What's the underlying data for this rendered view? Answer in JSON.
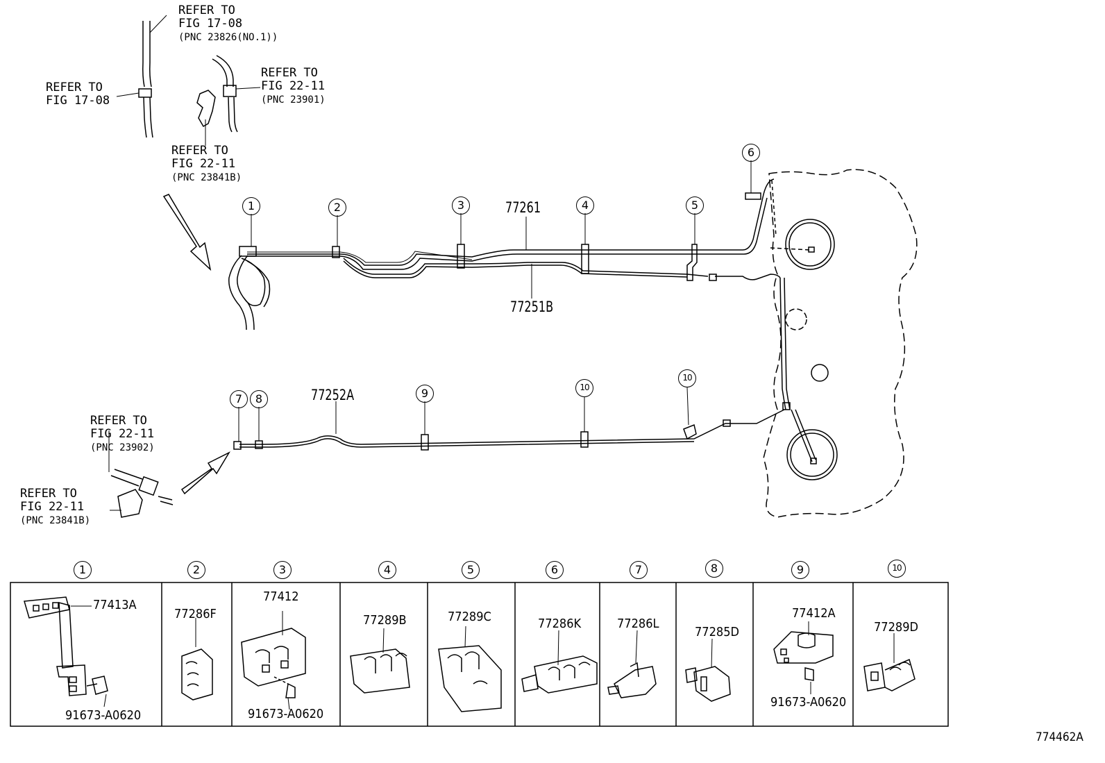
{
  "refs": [
    {
      "id": "r1",
      "line1": "REFER TO",
      "line2": "FIG 17-08",
      "line3": "(PNC 23826(NO.1))"
    },
    {
      "id": "r2",
      "line1": "REFER TO",
      "line2": "FIG 17-08",
      "line3": ""
    },
    {
      "id": "r3",
      "line1": "REFER TO",
      "line2": "FIG 22-11",
      "line3": "(PNC 23901)"
    },
    {
      "id": "r4",
      "line1": "REFER TO",
      "line2": "FIG 22-11",
      "line3": "(PNC 23841B)"
    },
    {
      "id": "r5",
      "line1": "REFER TO",
      "line2": "FIG 22-11",
      "line3": "(PNC 23902)"
    },
    {
      "id": "r6",
      "line1": "REFER TO",
      "line2": "FIG 22-11",
      "line3": "(PNC 23841B)"
    }
  ],
  "pipes": {
    "upper": "77261",
    "middle": "77251B",
    "lower": "77252A"
  },
  "callouts": [
    "1",
    "2",
    "3",
    "4",
    "5",
    "6",
    "7",
    "8",
    "9",
    "10"
  ],
  "parts_table": [
    {
      "num": "1",
      "parts": [
        "77413A",
        "91673-A0620"
      ]
    },
    {
      "num": "2",
      "parts": [
        "77286F"
      ]
    },
    {
      "num": "3",
      "parts": [
        "77412",
        "91673-A0620"
      ]
    },
    {
      "num": "4",
      "parts": [
        "77289B"
      ]
    },
    {
      "num": "5",
      "parts": [
        "77289C"
      ]
    },
    {
      "num": "6",
      "parts": [
        "77286K"
      ]
    },
    {
      "num": "7",
      "parts": [
        "77286L"
      ]
    },
    {
      "num": "8",
      "parts": [
        "77285D"
      ]
    },
    {
      "num": "9",
      "parts": [
        "77412A",
        "91673-A0620"
      ]
    },
    {
      "num": "10",
      "parts": [
        "77289D"
      ]
    }
  ],
  "figure_id": "774462A"
}
